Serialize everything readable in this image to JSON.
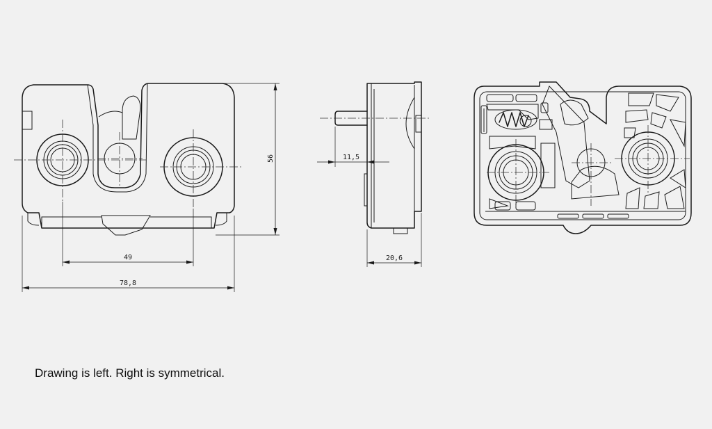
{
  "caption": "Drawing is left. Right is symmetrical.",
  "dimensions": {
    "hole_spacing": "49",
    "overall_width": "78,8",
    "height": "56",
    "shaft_length": "11,5",
    "depth": "20,6"
  }
}
